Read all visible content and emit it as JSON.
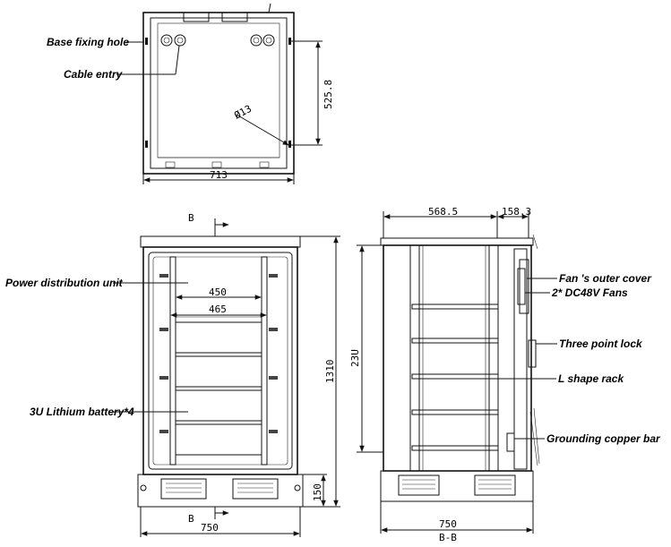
{
  "top_view": {
    "labels": {
      "base_fixing_hole": "Base fixing hole",
      "cable_entry": "Cable entry"
    },
    "dims": {
      "width": "713",
      "depth": "525.8",
      "hole": "Ø13"
    }
  },
  "front_view": {
    "section_marker": "B",
    "labels": {
      "pdu": "Power distribution unit",
      "battery": "3U Lithium battery*4"
    },
    "dims": {
      "inner_450": "450",
      "inner_465": "465",
      "height": "1310",
      "base": "150",
      "width": "750"
    }
  },
  "side_view": {
    "section_title": "B-B",
    "labels": {
      "fan_cover": "Fan 's outer cover",
      "fans": "2* DC48V Fans",
      "lock": "Three point lock",
      "rack": "L shape rack",
      "ground": "Grounding copper bar"
    },
    "dims": {
      "depth_568": "568.5",
      "door_158": "158.3",
      "units": "23U",
      "width": "750"
    }
  }
}
